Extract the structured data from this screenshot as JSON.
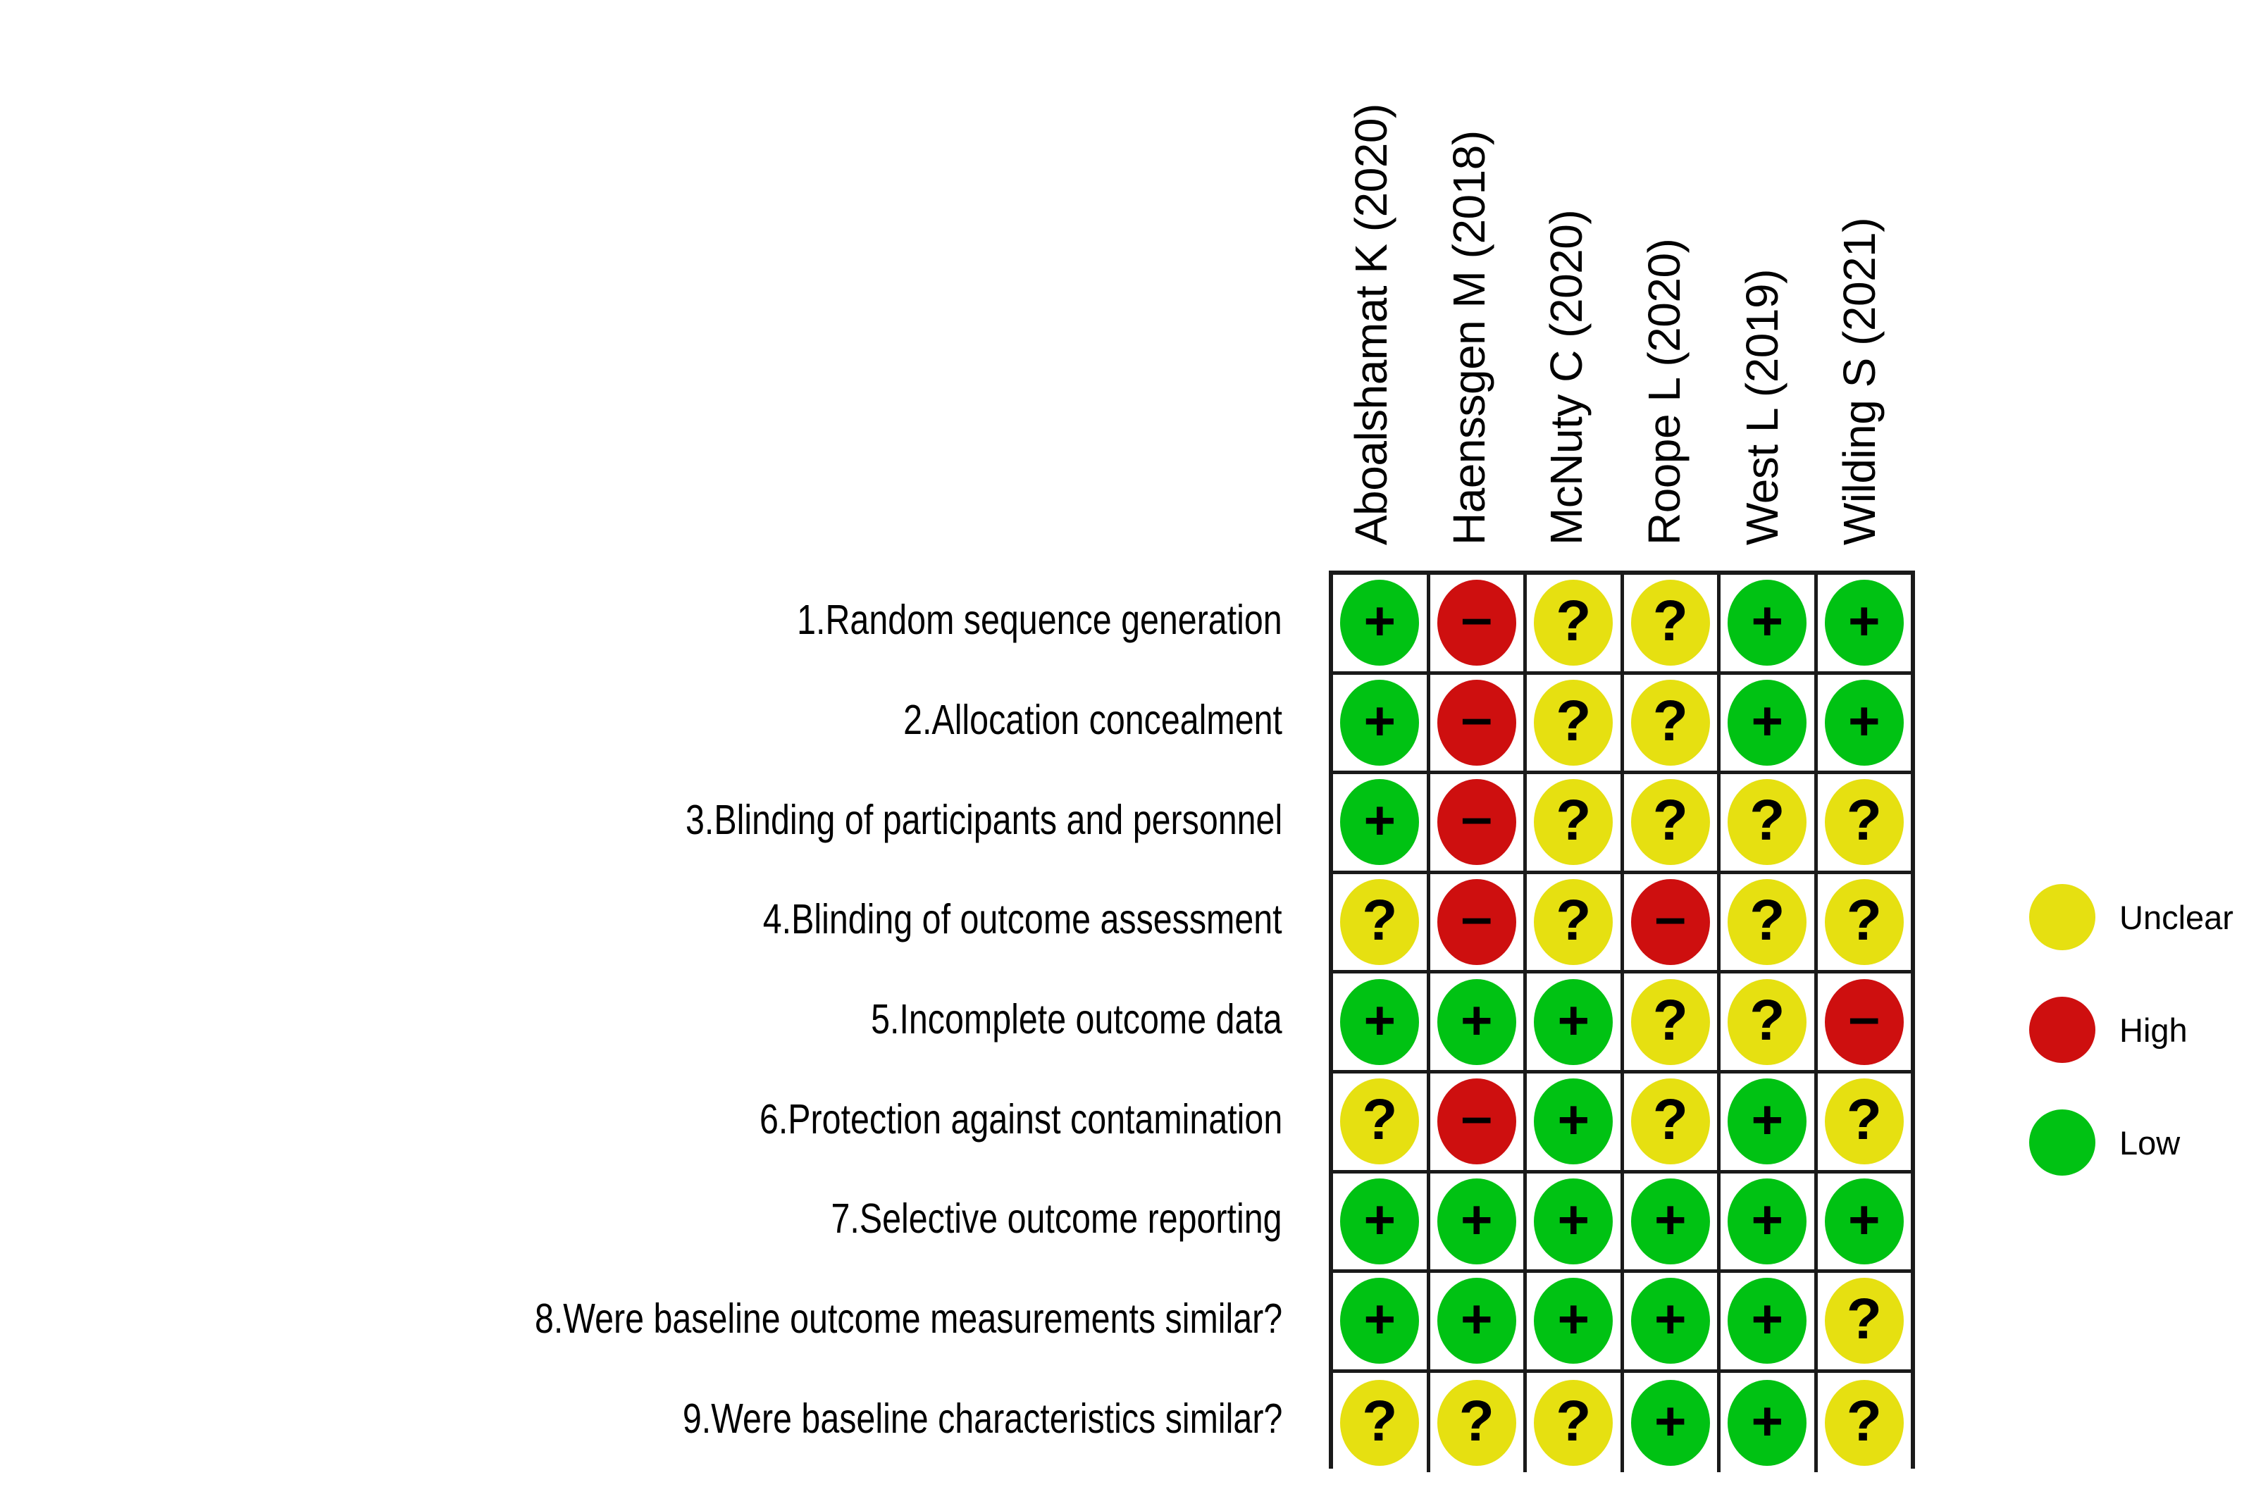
{
  "chart_data": {
    "type": "heatmap",
    "title": "",
    "xlabel": "",
    "ylabel": "",
    "description": "Cochrane risk-of-bias summary matrix: rows are bias domains, columns are included studies, each cell is a traffic-light judgement.",
    "categories": [
      "Aboalshamat K (2020)",
      "Haenssgen M (2018)",
      "McNuty C (2020)",
      "Roope L (2020)",
      "West L (2019)",
      "Wilding S (2021)"
    ],
    "rows": [
      "1.Random sequence generation",
      "2.Allocation concealment",
      "3.Blinding of participants and personnel",
      "4.Blinding of outcome assessment",
      "5.Incomplete outcome data",
      "6.Protection against contamination",
      "7.Selective outcome reporting",
      "8.Were baseline outcome measurements similar?",
      "9.Were baseline characteristics similar?"
    ],
    "values": [
      [
        "low",
        "high",
        "unclear",
        "unclear",
        "low",
        "low"
      ],
      [
        "low",
        "high",
        "unclear",
        "unclear",
        "low",
        "low"
      ],
      [
        "low",
        "high",
        "unclear",
        "unclear",
        "unclear",
        "unclear"
      ],
      [
        "unclear",
        "high",
        "unclear",
        "high",
        "unclear",
        "unclear"
      ],
      [
        "low",
        "low",
        "low",
        "unclear",
        "unclear",
        "high"
      ],
      [
        "unclear",
        "high",
        "low",
        "unclear",
        "low",
        "unclear"
      ],
      [
        "low",
        "low",
        "low",
        "low",
        "low",
        "low"
      ],
      [
        "low",
        "low",
        "low",
        "low",
        "low",
        "unclear"
      ],
      [
        "unclear",
        "unclear",
        "unclear",
        "low",
        "low",
        "unclear"
      ]
    ],
    "legend_position": "right",
    "grid": true
  },
  "columns": [
    {
      "label": "Aboalshamat K (2020)"
    },
    {
      "label": "Haenssgen M (2018)"
    },
    {
      "label": "McNuty C (2020)"
    },
    {
      "label": "Roope L (2020)"
    },
    {
      "label": "West L (2019)"
    },
    {
      "label": "Wilding S (2021)"
    }
  ],
  "rows": [
    {
      "label": "1.Random sequence generation",
      "cells": [
        {
          "level": "low",
          "glyph": "+"
        },
        {
          "level": "high",
          "glyph": "–"
        },
        {
          "level": "unclear",
          "glyph": "?"
        },
        {
          "level": "unclear",
          "glyph": "?"
        },
        {
          "level": "low",
          "glyph": "+"
        },
        {
          "level": "low",
          "glyph": "+"
        }
      ]
    },
    {
      "label": "2.Allocation concealment",
      "cells": [
        {
          "level": "low",
          "glyph": "+"
        },
        {
          "level": "high",
          "glyph": "–"
        },
        {
          "level": "unclear",
          "glyph": "?"
        },
        {
          "level": "unclear",
          "glyph": "?"
        },
        {
          "level": "low",
          "glyph": "+"
        },
        {
          "level": "low",
          "glyph": "+"
        }
      ]
    },
    {
      "label": "3.Blinding of participants and personnel",
      "cells": [
        {
          "level": "low",
          "glyph": "+"
        },
        {
          "level": "high",
          "glyph": "–"
        },
        {
          "level": "unclear",
          "glyph": "?"
        },
        {
          "level": "unclear",
          "glyph": "?"
        },
        {
          "level": "unclear",
          "glyph": "?"
        },
        {
          "level": "unclear",
          "glyph": "?"
        }
      ]
    },
    {
      "label": "4.Blinding of outcome assessment",
      "cells": [
        {
          "level": "unclear",
          "glyph": "?"
        },
        {
          "level": "high",
          "glyph": "–"
        },
        {
          "level": "unclear",
          "glyph": "?"
        },
        {
          "level": "high",
          "glyph": "–"
        },
        {
          "level": "unclear",
          "glyph": "?"
        },
        {
          "level": "unclear",
          "glyph": "?"
        }
      ]
    },
    {
      "label": "5.Incomplete outcome data",
      "cells": [
        {
          "level": "low",
          "glyph": "+"
        },
        {
          "level": "low",
          "glyph": "+"
        },
        {
          "level": "low",
          "glyph": "+"
        },
        {
          "level": "unclear",
          "glyph": "?"
        },
        {
          "level": "unclear",
          "glyph": "?"
        },
        {
          "level": "high",
          "glyph": "–"
        }
      ]
    },
    {
      "label": "6.Protection against contamination",
      "cells": [
        {
          "level": "unclear",
          "glyph": "?"
        },
        {
          "level": "high",
          "glyph": "–"
        },
        {
          "level": "low",
          "glyph": "+"
        },
        {
          "level": "unclear",
          "glyph": "?"
        },
        {
          "level": "low",
          "glyph": "+"
        },
        {
          "level": "unclear",
          "glyph": "?"
        }
      ]
    },
    {
      "label": "7.Selective outcome reporting",
      "cells": [
        {
          "level": "low",
          "glyph": "+"
        },
        {
          "level": "low",
          "glyph": "+"
        },
        {
          "level": "low",
          "glyph": "+"
        },
        {
          "level": "low",
          "glyph": "+"
        },
        {
          "level": "low",
          "glyph": "+"
        },
        {
          "level": "low",
          "glyph": "+"
        }
      ]
    },
    {
      "label": "8.Were baseline outcome measurements similar?",
      "cells": [
        {
          "level": "low",
          "glyph": "+"
        },
        {
          "level": "low",
          "glyph": "+"
        },
        {
          "level": "low",
          "glyph": "+"
        },
        {
          "level": "low",
          "glyph": "+"
        },
        {
          "level": "low",
          "glyph": "+"
        },
        {
          "level": "unclear",
          "glyph": "?"
        }
      ]
    },
    {
      "label": "9.Were baseline characteristics similar?",
      "cells": [
        {
          "level": "unclear",
          "glyph": "?"
        },
        {
          "level": "unclear",
          "glyph": "?"
        },
        {
          "level": "unclear",
          "glyph": "?"
        },
        {
          "level": "low",
          "glyph": "+"
        },
        {
          "level": "low",
          "glyph": "+"
        },
        {
          "level": "unclear",
          "glyph": "?"
        }
      ]
    }
  ],
  "legend": {
    "items": [
      {
        "level": "unclear",
        "label": "Unclear"
      },
      {
        "level": "high",
        "label": "High"
      },
      {
        "level": "low",
        "label": "Low"
      }
    ]
  },
  "colors": {
    "low": "#00C213",
    "high": "#CE0F0F",
    "unclear": "#E6E011",
    "grid_line": "#1a1a1a",
    "text": "#000000",
    "background": "#ffffff"
  }
}
